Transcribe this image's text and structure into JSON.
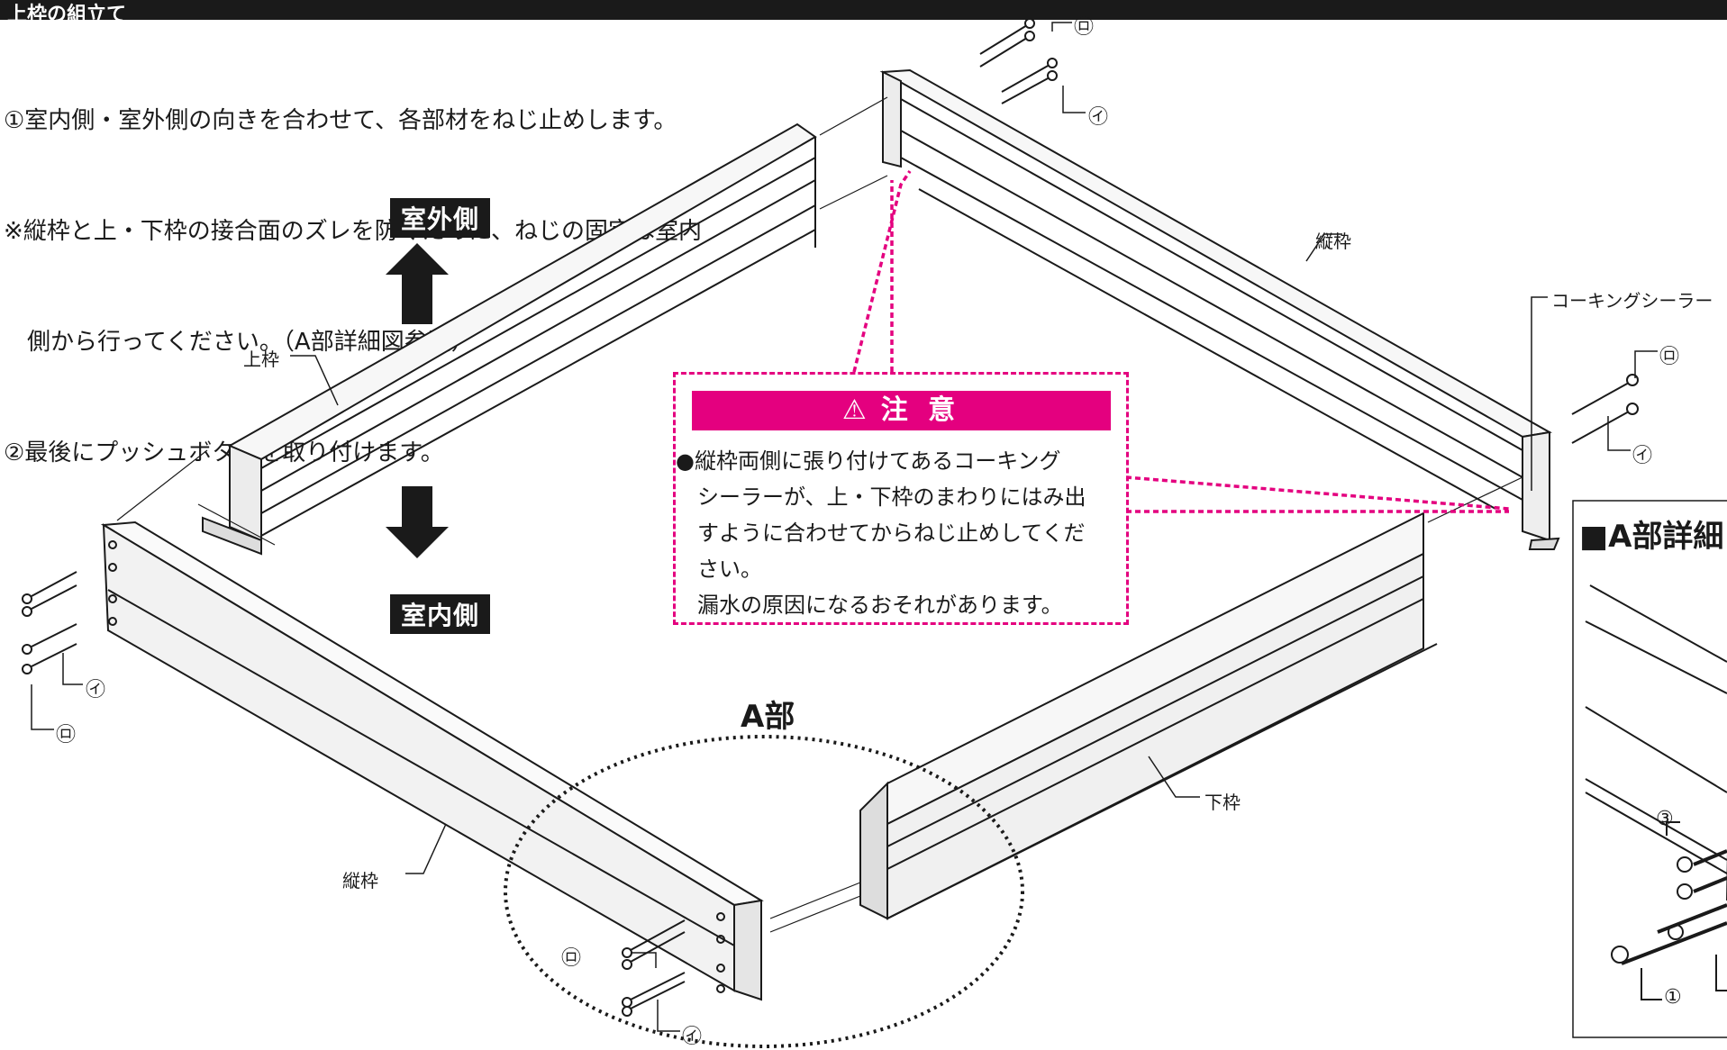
{
  "header": {
    "title": "上枠の組立て"
  },
  "instructions": [
    "①室内側・室外側の向きを合わせて、各部材をねじ止めします。",
    "※縦枠と上・下枠の接合面のズレを防ぐために、ねじの固定は室内",
    "　側から行ってください。（A部詳細図参照）",
    "②最後にプッシュボタンを取り付けます。"
  ],
  "directions": {
    "outdoor": "室外側",
    "indoor": "室内側"
  },
  "parts": {
    "upper_frame": "上枠",
    "vertical_frame_right": "縦枠",
    "vertical_frame_left": "縦枠",
    "lower_frame": "下枠",
    "caulking_sealer": "コーキングシーラー"
  },
  "screw_marks": {
    "i": "㋑",
    "ro": "㋺"
  },
  "caution": {
    "title": "注 意",
    "text": "●縦枠両側に張り付けてあるコーキング\n　シーラーが、上・下枠のまわりにはみ出\n　すように合わせてからねじ止めしてくだ\n　さい。\n　漏水の原因になるおそれがあります。"
  },
  "section_a": {
    "label": "A部",
    "detail_title": "■A部詳細"
  },
  "detail_numbers": {
    "one": "①",
    "three": "③"
  },
  "colors": {
    "accent": "#e4007f",
    "dark": "#1a1a1a"
  }
}
